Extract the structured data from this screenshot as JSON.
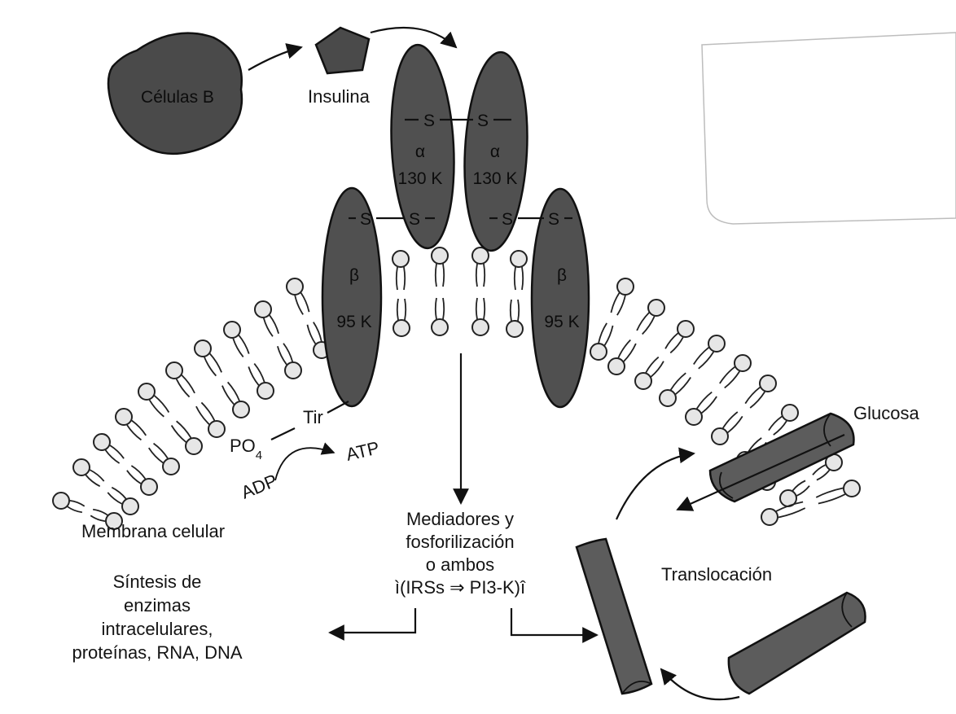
{
  "labels": {
    "celulas_b": "Células B",
    "insulina": "Insulina",
    "bond_s": "S",
    "alpha_symbol": "α",
    "alpha_mass": "130 K",
    "beta_symbol": "β",
    "beta_mass": "95 K",
    "po4_prefix": "PO",
    "po4_sub": "4",
    "tir": "Tir",
    "atp": "ATP",
    "adp": "ADP",
    "membrana": "Membrana celular",
    "mediadores_1": "Mediadores y",
    "mediadores_2": "fosforilización",
    "mediadores_3": "o ambos",
    "mediadores_4": "ì(IRSs ⇒ PI3-K)î",
    "sintesis_1": "Síntesis de",
    "sintesis_2": "enzimas",
    "sintesis_3": "intracelulares,",
    "sintesis_4": "proteínas, RNA, DNA",
    "glucosa": "Glucosa",
    "translocacion": "Translocación"
  },
  "colors": {
    "protein_fill": "#4a4a4a",
    "outline": "#111111",
    "lipid_head": "#e6e6e6",
    "background": "#ffffff"
  }
}
